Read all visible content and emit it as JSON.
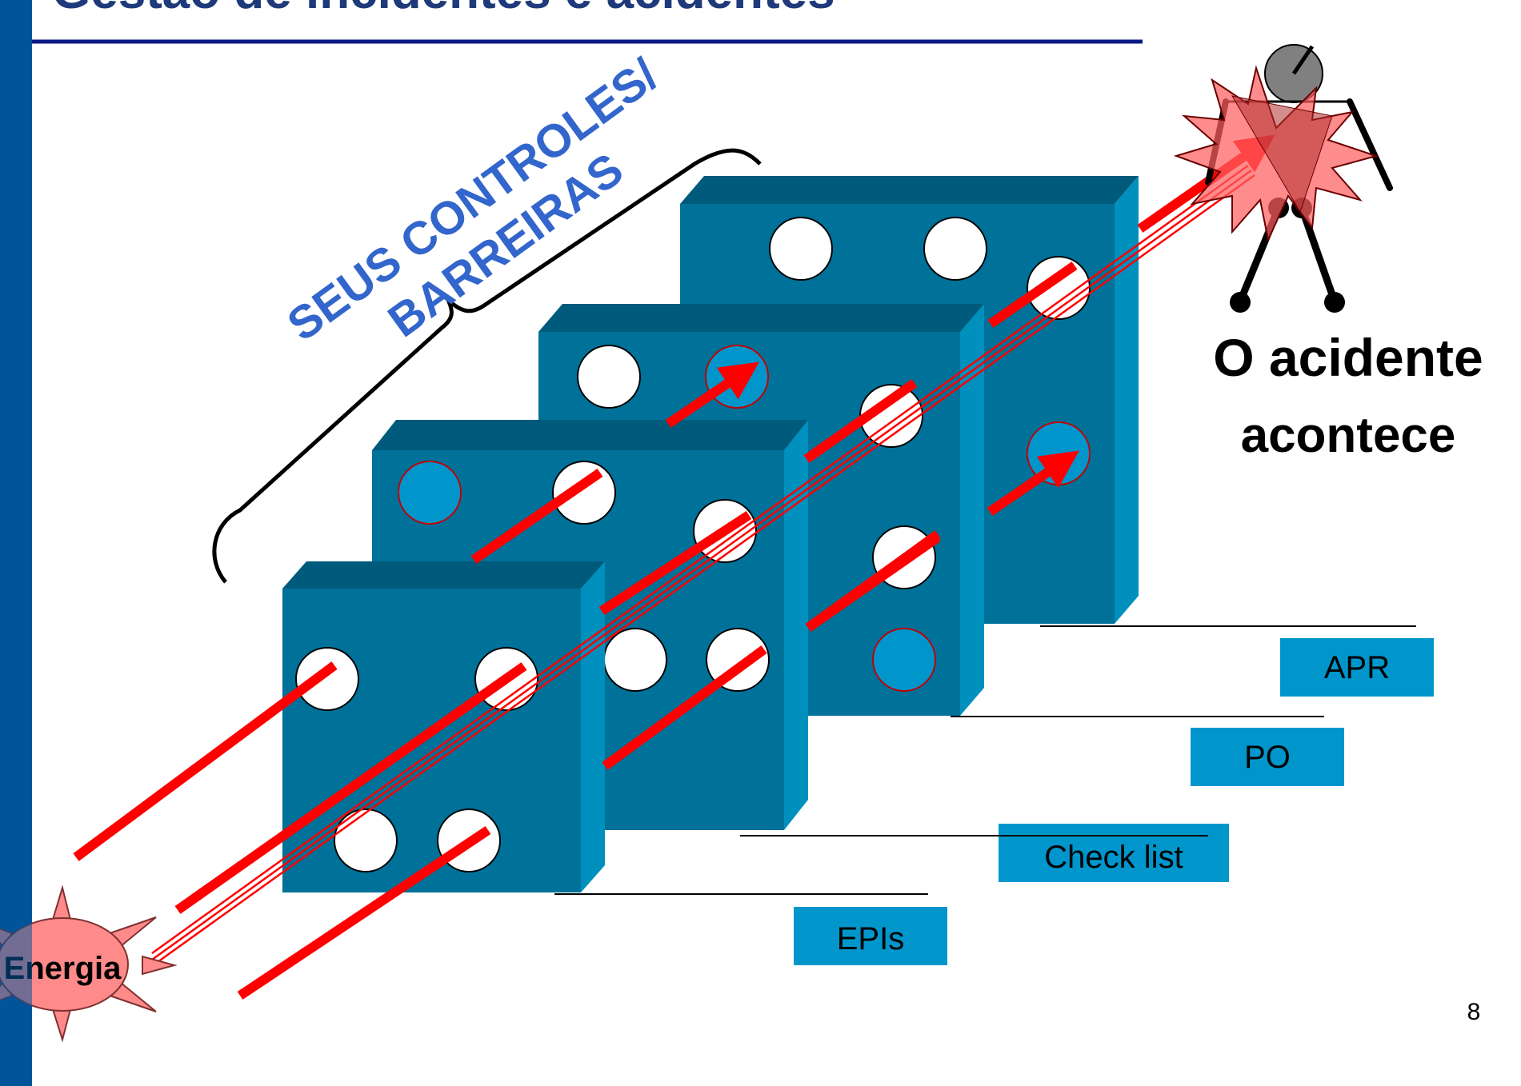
{
  "slide": {
    "title": "Gestão de incidentes e acidentes",
    "page_number": "8",
    "colors": {
      "accent_bar": "#00559a",
      "title": "#1f3a7a",
      "title_rule": "#0a1a85",
      "barrier_front": "#007199",
      "barrier_top": "#005a7c",
      "barrier_side": "#0090bd",
      "trajectory": "#ff0000",
      "label_box": "#0096cc",
      "brace_text": "#3366cc",
      "energy_fill": "#ff8a8a"
    }
  },
  "brace_label": {
    "line1": "SEUS CONTROLES/",
    "line2": "BARREIRAS"
  },
  "accident_label": {
    "line1": "O acidente",
    "line2": "acontece"
  },
  "energy_label": "Energia",
  "barriers": [
    {
      "label": "EPIs"
    },
    {
      "label": "Check list"
    },
    {
      "label": "PO"
    },
    {
      "label": "APR"
    }
  ],
  "icons": {
    "energy": "sun-burst-icon",
    "person": "stick-figure-icon",
    "impact": "explosion-star-icon"
  }
}
